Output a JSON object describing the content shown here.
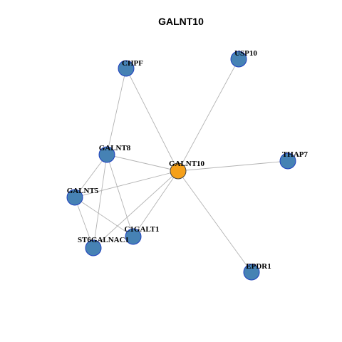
{
  "title": "GALNT10",
  "colors": {
    "hub_fill": "#f5a01a",
    "hub_stroke": "#444444",
    "node_fill": "#4682b4",
    "node_stroke": "#1f3fbf",
    "edge": "#b3b3b3",
    "label": "#000000"
  },
  "nodes": [
    {
      "id": "GALNT10",
      "label": "GALNT10",
      "hub": true
    },
    {
      "id": "CHPF",
      "label": "CHPF",
      "hub": false
    },
    {
      "id": "USP10",
      "label": "USP10",
      "hub": false
    },
    {
      "id": "GALNT8",
      "label": "GALNT8",
      "hub": false
    },
    {
      "id": "THAP7",
      "label": "THAP7",
      "hub": false
    },
    {
      "id": "GALNT5",
      "label": "GALNT5",
      "hub": false
    },
    {
      "id": "C1GALT1",
      "label": "C1GALT1",
      "hub": false
    },
    {
      "id": "ST6GALNAC1",
      "label": "ST6GALNAC1",
      "hub": false
    },
    {
      "id": "EPDR1",
      "label": "EPDR1",
      "hub": false
    }
  ],
  "edges": [
    [
      "GALNT10",
      "CHPF"
    ],
    [
      "GALNT10",
      "USP10"
    ],
    [
      "GALNT10",
      "GALNT8"
    ],
    [
      "GALNT10",
      "THAP7"
    ],
    [
      "GALNT10",
      "GALNT5"
    ],
    [
      "GALNT10",
      "C1GALT1"
    ],
    [
      "GALNT10",
      "ST6GALNAC1"
    ],
    [
      "GALNT10",
      "EPDR1"
    ],
    [
      "CHPF",
      "GALNT8"
    ],
    [
      "GALNT8",
      "GALNT5"
    ],
    [
      "GALNT8",
      "ST6GALNAC1"
    ],
    [
      "GALNT8",
      "C1GALT1"
    ],
    [
      "GALNT5",
      "ST6GALNAC1"
    ],
    [
      "GALNT5",
      "C1GALT1"
    ]
  ]
}
